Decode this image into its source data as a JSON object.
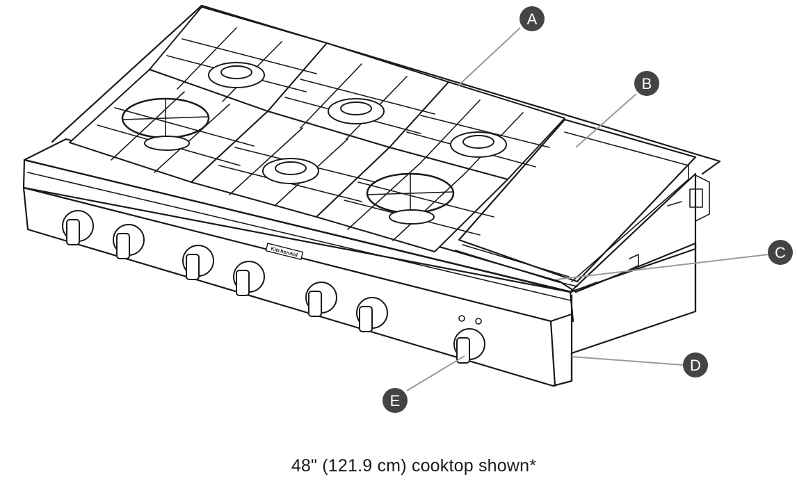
{
  "brand_badge": "KitchenAid",
  "caption": "48\" (121.9 cm) cooktop shown*",
  "callouts": {
    "a": "A",
    "b": "B",
    "c": "C",
    "d": "D",
    "e": "E"
  },
  "colors": {
    "callout_fill": "#444444",
    "leader_line": "#9a9a9a",
    "outline": "#1a1a1a"
  }
}
